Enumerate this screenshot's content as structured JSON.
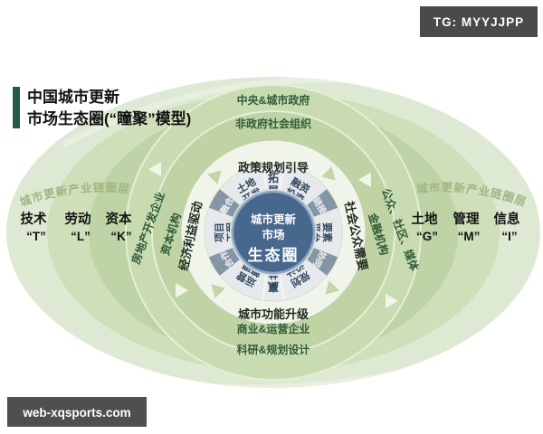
{
  "badges": {
    "telegram": "TG: MYYJJPP",
    "watermark": "web-xqsports.com"
  },
  "title": {
    "line1": "中国城市更新",
    "line2": "市场生态圈(“瞳聚”模型)"
  },
  "industry_chain": {
    "left_label": "城市更新产业链圈层",
    "right_label": "城市更新产业链圈层",
    "left_factors": [
      {
        "name": "技术",
        "code": "“T”"
      },
      {
        "name": "劳动",
        "code": "“L”"
      },
      {
        "name": "资本",
        "code": "“K”"
      }
    ],
    "right_factors": [
      {
        "name": "土地",
        "code": "“G”"
      },
      {
        "name": "管理",
        "code": "“M”"
      },
      {
        "name": "信息",
        "code": "“I”"
      }
    ]
  },
  "stakeholders": {
    "top_outer": "中央&城市政府",
    "top_inner": "非政府社会组织",
    "left_outer": "房地产开发企业",
    "left_inner": "资本机构",
    "right_inner": "金融机构",
    "right_outer": "公众、社区、媒体",
    "bottom_inner": "商业&运营企业",
    "bottom_outer": "科研&规划设计"
  },
  "drivers": {
    "top": "政策规划引导",
    "right": "社会公众需要",
    "bottom": "城市功能升级",
    "left": "经济利益驱动"
  },
  "core": {
    "line1": "城市更新",
    "line2": "市场",
    "line3": "生态圈"
  },
  "ring": {
    "top": {
      "outer": "拓",
      "inner": "展"
    },
    "upper_right": {
      "outer": "融资",
      "inner": "投资"
    },
    "right": {
      "outer": "要素",
      "inner": "平台"
    },
    "lower_right": {
      "outer": "规划",
      "inner": "设计"
    },
    "bottom": {
      "outer": "赢",
      "inner": "共"
    },
    "lower_left": {
      "outer": "运营",
      "inner": "管理"
    },
    "left": {
      "outer": "项目",
      "inner": "工程"
    },
    "upper_left": {
      "outer": "土地",
      "inner": "开发"
    },
    "link_ne": "链接",
    "link_se": "协同",
    "link_sw": "合作",
    "link_nw": "融合"
  },
  "colors": {
    "accent_green": "#255a47",
    "ellipse_outer": "#dee9d3",
    "ellipse_mid": "#cedfba",
    "ellipse_inner": "#bed3a6",
    "zone_green": "#c9dbb1",
    "white_ring": "#f1f4ea",
    "segment_light": "#e7eaed",
    "segment_dark": "#8495a4",
    "core_blue": "#47688c",
    "badge_gray": "#4a4a4a",
    "dark_green_text": "#2e5c38",
    "olive_text": "#a2b483"
  }
}
